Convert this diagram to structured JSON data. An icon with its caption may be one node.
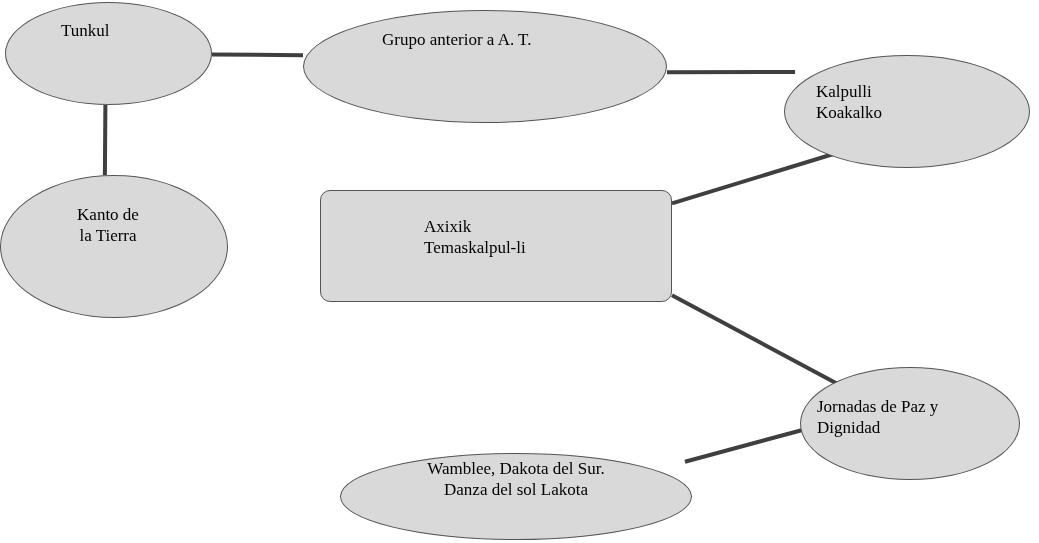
{
  "diagram": {
    "nodes": [
      {
        "text": [
          "Tunkul"
        ]
      },
      {
        "text": [
          "Grupo anterior a A. T."
        ]
      },
      {
        "text": [
          "Kalpulli Koakalko"
        ]
      },
      {
        "text": [
          "Kanto de la Tierra"
        ]
      },
      {
        "text": [
          "Axixik Temaskalpul-li"
        ]
      },
      {
        "text": [
          "Jornadas de Paz y Dignidad"
        ]
      },
      {
        "text": [
          "Wamblee, Dakota del Sur. Danza del sol Lakota"
        ]
      }
    ],
    "edges": [
      {
        "from": 0,
        "to": 1,
        "arrow": "none"
      },
      {
        "from": 0,
        "to": 3,
        "arrow": "none"
      },
      {
        "from": 1,
        "to": 2,
        "arrow": "none"
      },
      {
        "from": 2,
        "to": 4,
        "arrow": "none"
      },
      {
        "from": 4,
        "to": 5,
        "arrow": "none"
      },
      {
        "from": 5,
        "to": 6,
        "arrow": "none"
      }
    ]
  }
}
